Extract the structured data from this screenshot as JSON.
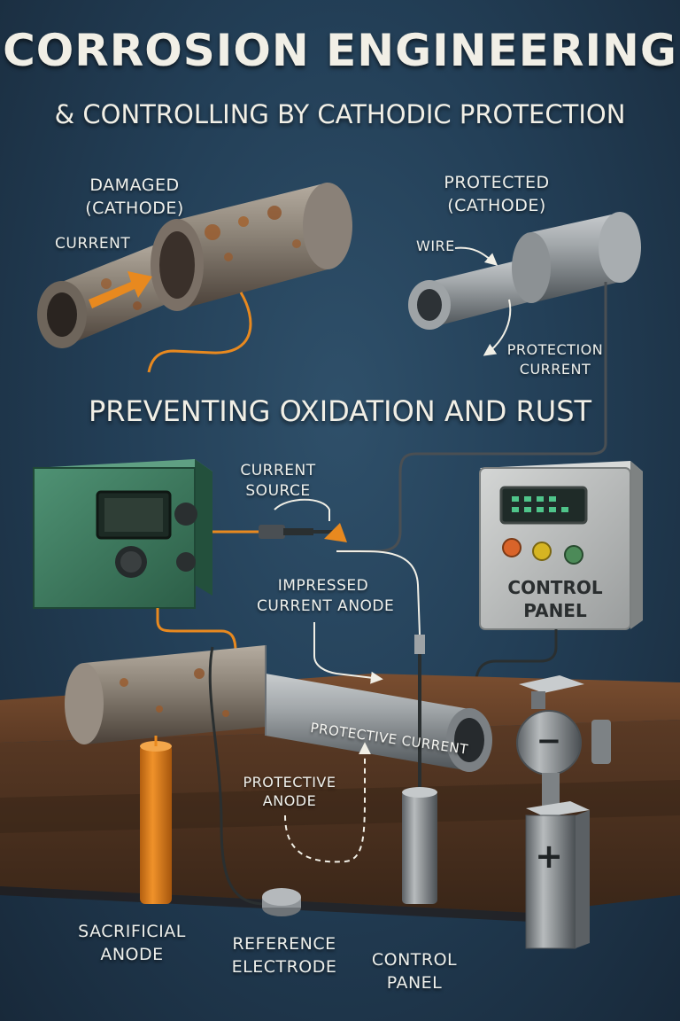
{
  "title": "CORROSION ENGINEERING",
  "subtitle": "& CONTROLLING BY CATHODIC PROTECTION",
  "heading": "PREVENTING OXIDATION AND RUST",
  "colors": {
    "background": "#233f57",
    "copper_wire": "#e8891f",
    "rust": "#9a5a2a",
    "steel": "#8e9398",
    "soil": "#5c3a24",
    "source_box": "#3c7a5e",
    "panel_box": "#b9bcbc"
  },
  "labels": {
    "damaged_line1": "DAMAGED",
    "damaged_line2": "(CATHODE)",
    "current": "CURRENT",
    "protected_line1": "PROTECTED",
    "protected_line2": "(CATHODE)",
    "wire": "WIRE",
    "protection_current_line1": "PROTECTION",
    "protection_current_line2": "CURRENT",
    "current_source_line1": "CURRENT",
    "current_source_line2": "SOURCE",
    "control_panel_box_line1": "CONTROL",
    "control_panel_box_line2": "PANEL",
    "impressed_line1": "IMPRESSED",
    "impressed_line2": "CURRENT ANODE",
    "protective_current": "PROTECTIVE CURRENT",
    "protective_anode_line1": "PROTECTIVE",
    "protective_anode_line2": "ANODE",
    "sacrificial_line1": "SACRIFICIAL",
    "sacrificial_line2": "ANODE",
    "reference_line1": "REFERENCE",
    "reference_line2": "ELECTRODE",
    "control_panel_bottom_line1": "CONTROL",
    "control_panel_bottom_line2": "PANEL",
    "minus": "−",
    "plus": "+"
  },
  "icons": {
    "arrow": "current-arrow-icon",
    "minus": "minus-icon",
    "plus": "plus-icon"
  }
}
